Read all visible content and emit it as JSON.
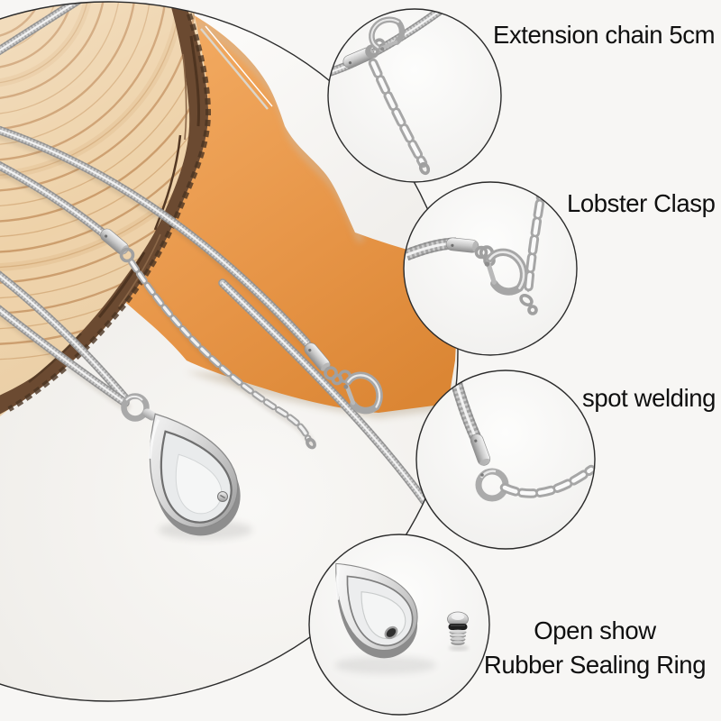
{
  "image": {
    "type": "product-photo-with-callouts",
    "background_color": "#f7f6f4",
    "outline_color": "#2b2b2b"
  },
  "callouts": [
    {
      "id": "extension-chain",
      "label": "Extension chain 5cm"
    },
    {
      "id": "lobster-clasp",
      "label": "Lobster Clasp"
    },
    {
      "id": "spot-welding",
      "label": "spot welding"
    },
    {
      "id": "open-show",
      "label_line1": "Open show",
      "label_line2": "Rubber Sealing Ring"
    }
  ],
  "palette": {
    "metal_highlight": "#f2f2f2",
    "metal_mid": "#c6c6c6",
    "metal_shadow": "#8e8e8e",
    "wood_face": "#eed2a9",
    "wood_rings": "#c89a68",
    "bark": "#6b4a31",
    "orange_paper": "#ec9f52",
    "table_surface": "#f2f0ed",
    "rubber_ring": "#1e1e1e",
    "label_text": "#0f0f0f"
  }
}
